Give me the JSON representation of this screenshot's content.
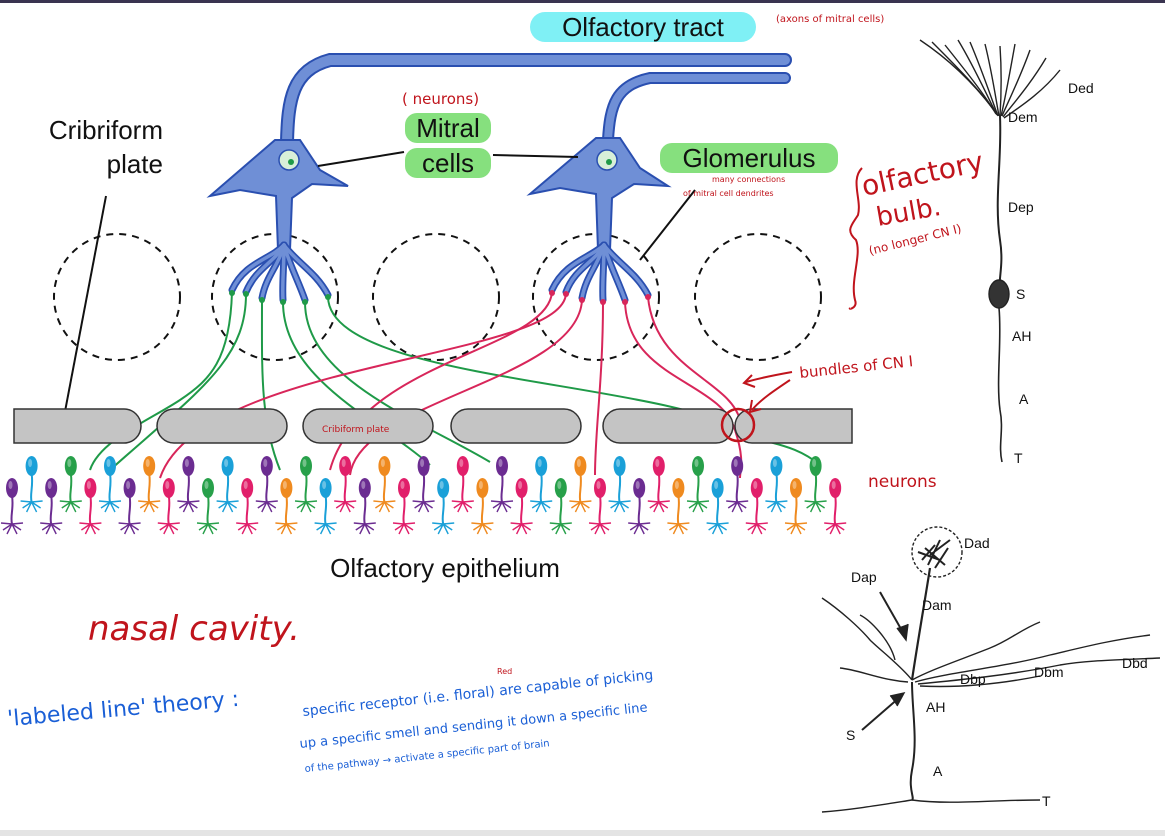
{
  "labels": {
    "olfactory_tract": "Olfactory tract",
    "cribriform_line1": "Cribriform",
    "cribriform_line2": "plate",
    "mitral_line1": "Mitral",
    "mitral_line2": "cells",
    "glomerulus": "Glomerulus",
    "epithelium": "Olfactory epithelium"
  },
  "handwritten": {
    "axons_note": "(axons of mitral cells)",
    "neurons_note": "( neurons)",
    "glomerulus_note_line1": "many connections",
    "glomerulus_note_line2": "of mitral cell dendrites",
    "olfactory_bulb_line1": "olfactory",
    "olfactory_bulb_line2": "bulb.",
    "olfactory_bulb_line3": "(no longer CN I)",
    "bundles_note": "bundles of CN I",
    "cribriform_inline": "Cribiform plate",
    "neurons_side": "neurons",
    "nasal_cavity": "nasal cavity.",
    "theory_title": "'labeled line' theory :",
    "theory_line1": "specific receptor (i.e. floral) are capable of picking",
    "theory_red_word": "Red",
    "theory_line2": "up a specific smell and sending it down  a specific line",
    "theory_line3": "of the pathway → activate a specific part of brain"
  },
  "neuron_top_labels": {
    "ded": "Ded",
    "dem": "Dem",
    "dep": "Dep",
    "s": "S",
    "ah": "AH",
    "a": "A",
    "t": "T"
  },
  "neuron_bottom_labels": {
    "dad": "Dad",
    "dap": "Dap",
    "dam": "Dam",
    "dbp": "Dbp",
    "dbm": "Dbm",
    "dbd": "Dbd",
    "ah": "AH",
    "s": "S",
    "a": "A",
    "t": "T"
  },
  "colors": {
    "neuron_blue": "#6f8fd6",
    "tract_blue": "#2a4fb0",
    "highlight_cyan": "#7ff0f5",
    "highlight_green": "#86e07e",
    "green_line": "#1f9a48",
    "red_line": "#d8265a",
    "plate_gray": "#c4c4c4",
    "receptor_colors": [
      "#6b2c91",
      "#1aa0d8",
      "#ef8a1f",
      "#e11f6a",
      "#27a04a"
    ]
  }
}
